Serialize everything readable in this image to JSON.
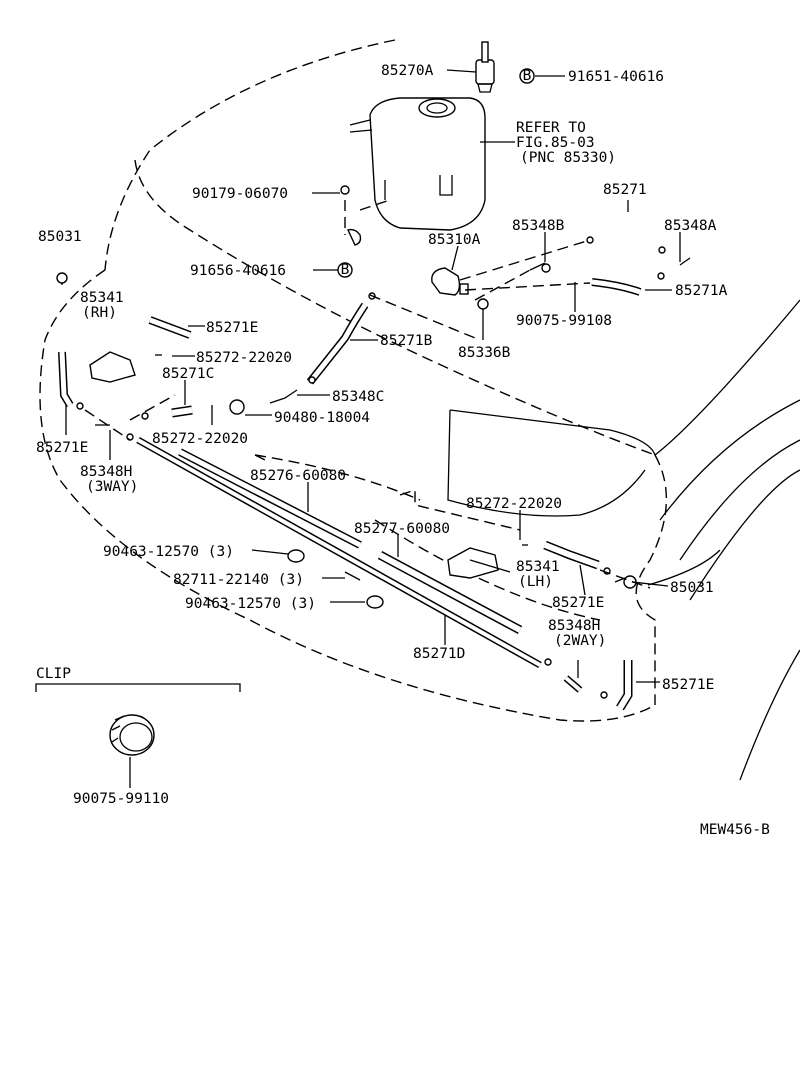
{
  "labels": {
    "l_85270A": "85270A",
    "l_91651_40616": "91651-40616",
    "l_refer1": "REFER TO",
    "l_refer2": "FIG.85-03",
    "l_refer3": "(PNC 85330)",
    "l_90179_06070": "90179-06070",
    "l_85271_top": "85271",
    "l_85031_left": "85031",
    "l_85348B": "85348B",
    "l_85348A": "85348A",
    "l_85310A": "85310A",
    "l_91656_40616": "91656-40616",
    "l_85271A": "85271A",
    "l_85341_rh": "85341",
    "l_rh": "(RH)",
    "l_90075_99108": "90075-99108",
    "l_85271E_1": "85271E",
    "l_85271B": "85271B",
    "l_85336B": "85336B",
    "l_85272_22020_1": "85272-22020",
    "l_85271C": "85271C",
    "l_85348C": "85348C",
    "l_90480_18004": "90480-18004",
    "l_85272_22020_2": "85272-22020",
    "l_85271E_2": "85271E",
    "l_85348H_3": "85348H",
    "l_3way": "(3WAY)",
    "l_85276_60080": "85276-60080",
    "l_85272_22020_3": "85272-22020",
    "l_85277_60080": "85277-60080",
    "l_90463_12570_1": "90463-12570 (3)",
    "l_85341_lh": "85341",
    "l_lh": "(LH)",
    "l_85031_right": "85031",
    "l_82711_22140": "82711-22140 (3)",
    "l_90463_12570_2": "90463-12570 (3)",
    "l_85271E_3": "85271E",
    "l_85348H_2": "85348H",
    "l_2way": "(2WAY)",
    "l_85271D": "85271D",
    "l_85271E_4": "85271E",
    "l_clip": "CLIP",
    "l_90075_99110": "90075-99110",
    "l_figure_code": "MEW456-B"
  },
  "icons": {
    "circled_b": "B"
  }
}
